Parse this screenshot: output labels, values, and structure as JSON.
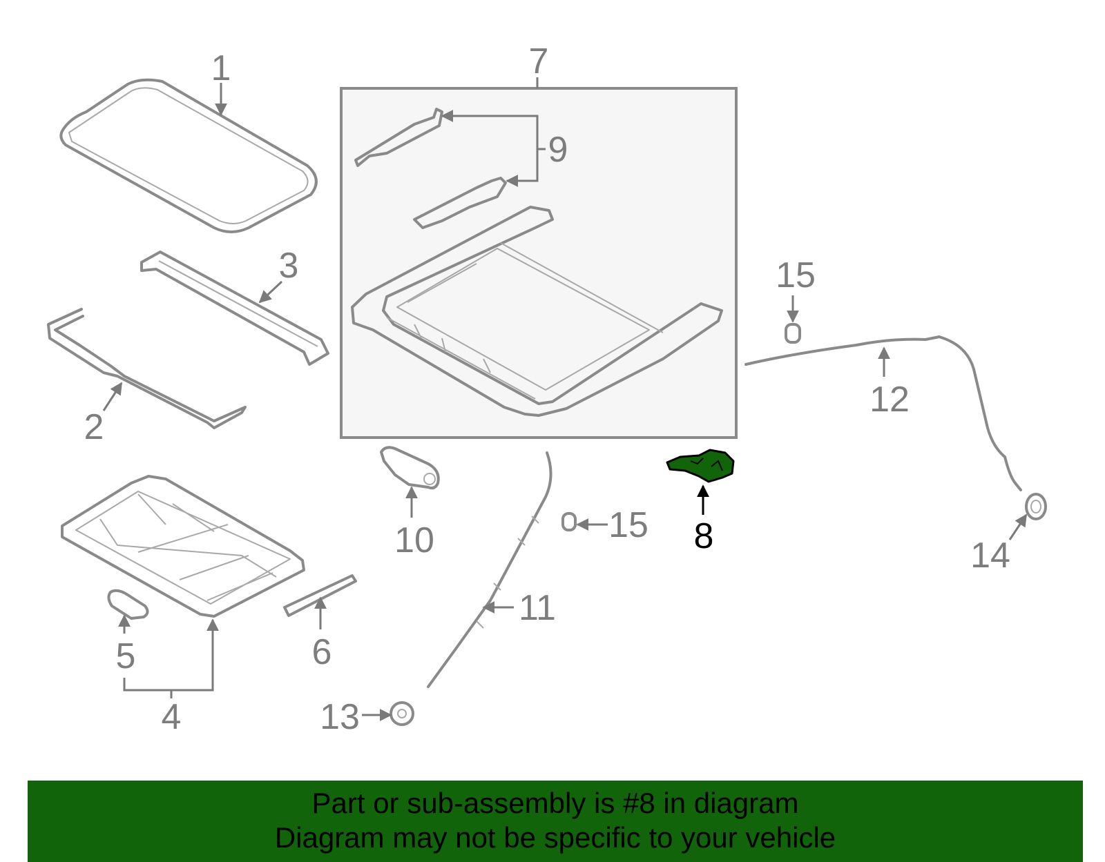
{
  "callouts": {
    "c1": "1",
    "c2": "2",
    "c3": "3",
    "c4": "4",
    "c5": "5",
    "c6": "6",
    "c7": "7",
    "c8": "8",
    "c9": "9",
    "c10": "10",
    "c11": "11",
    "c12": "12",
    "c13": "13",
    "c14": "14",
    "c15a": "15",
    "c15b": "15"
  },
  "highlighted_part": "8",
  "colors": {
    "highlight_fill": "#116409",
    "banner_bg": "#116409",
    "part_stroke": "#8a8a8a",
    "assembly_bg": "#f6f6f6"
  },
  "banner": {
    "line1": "Part or sub-assembly is #8 in diagram",
    "line2": "Diagram may not be specific to your vehicle"
  }
}
